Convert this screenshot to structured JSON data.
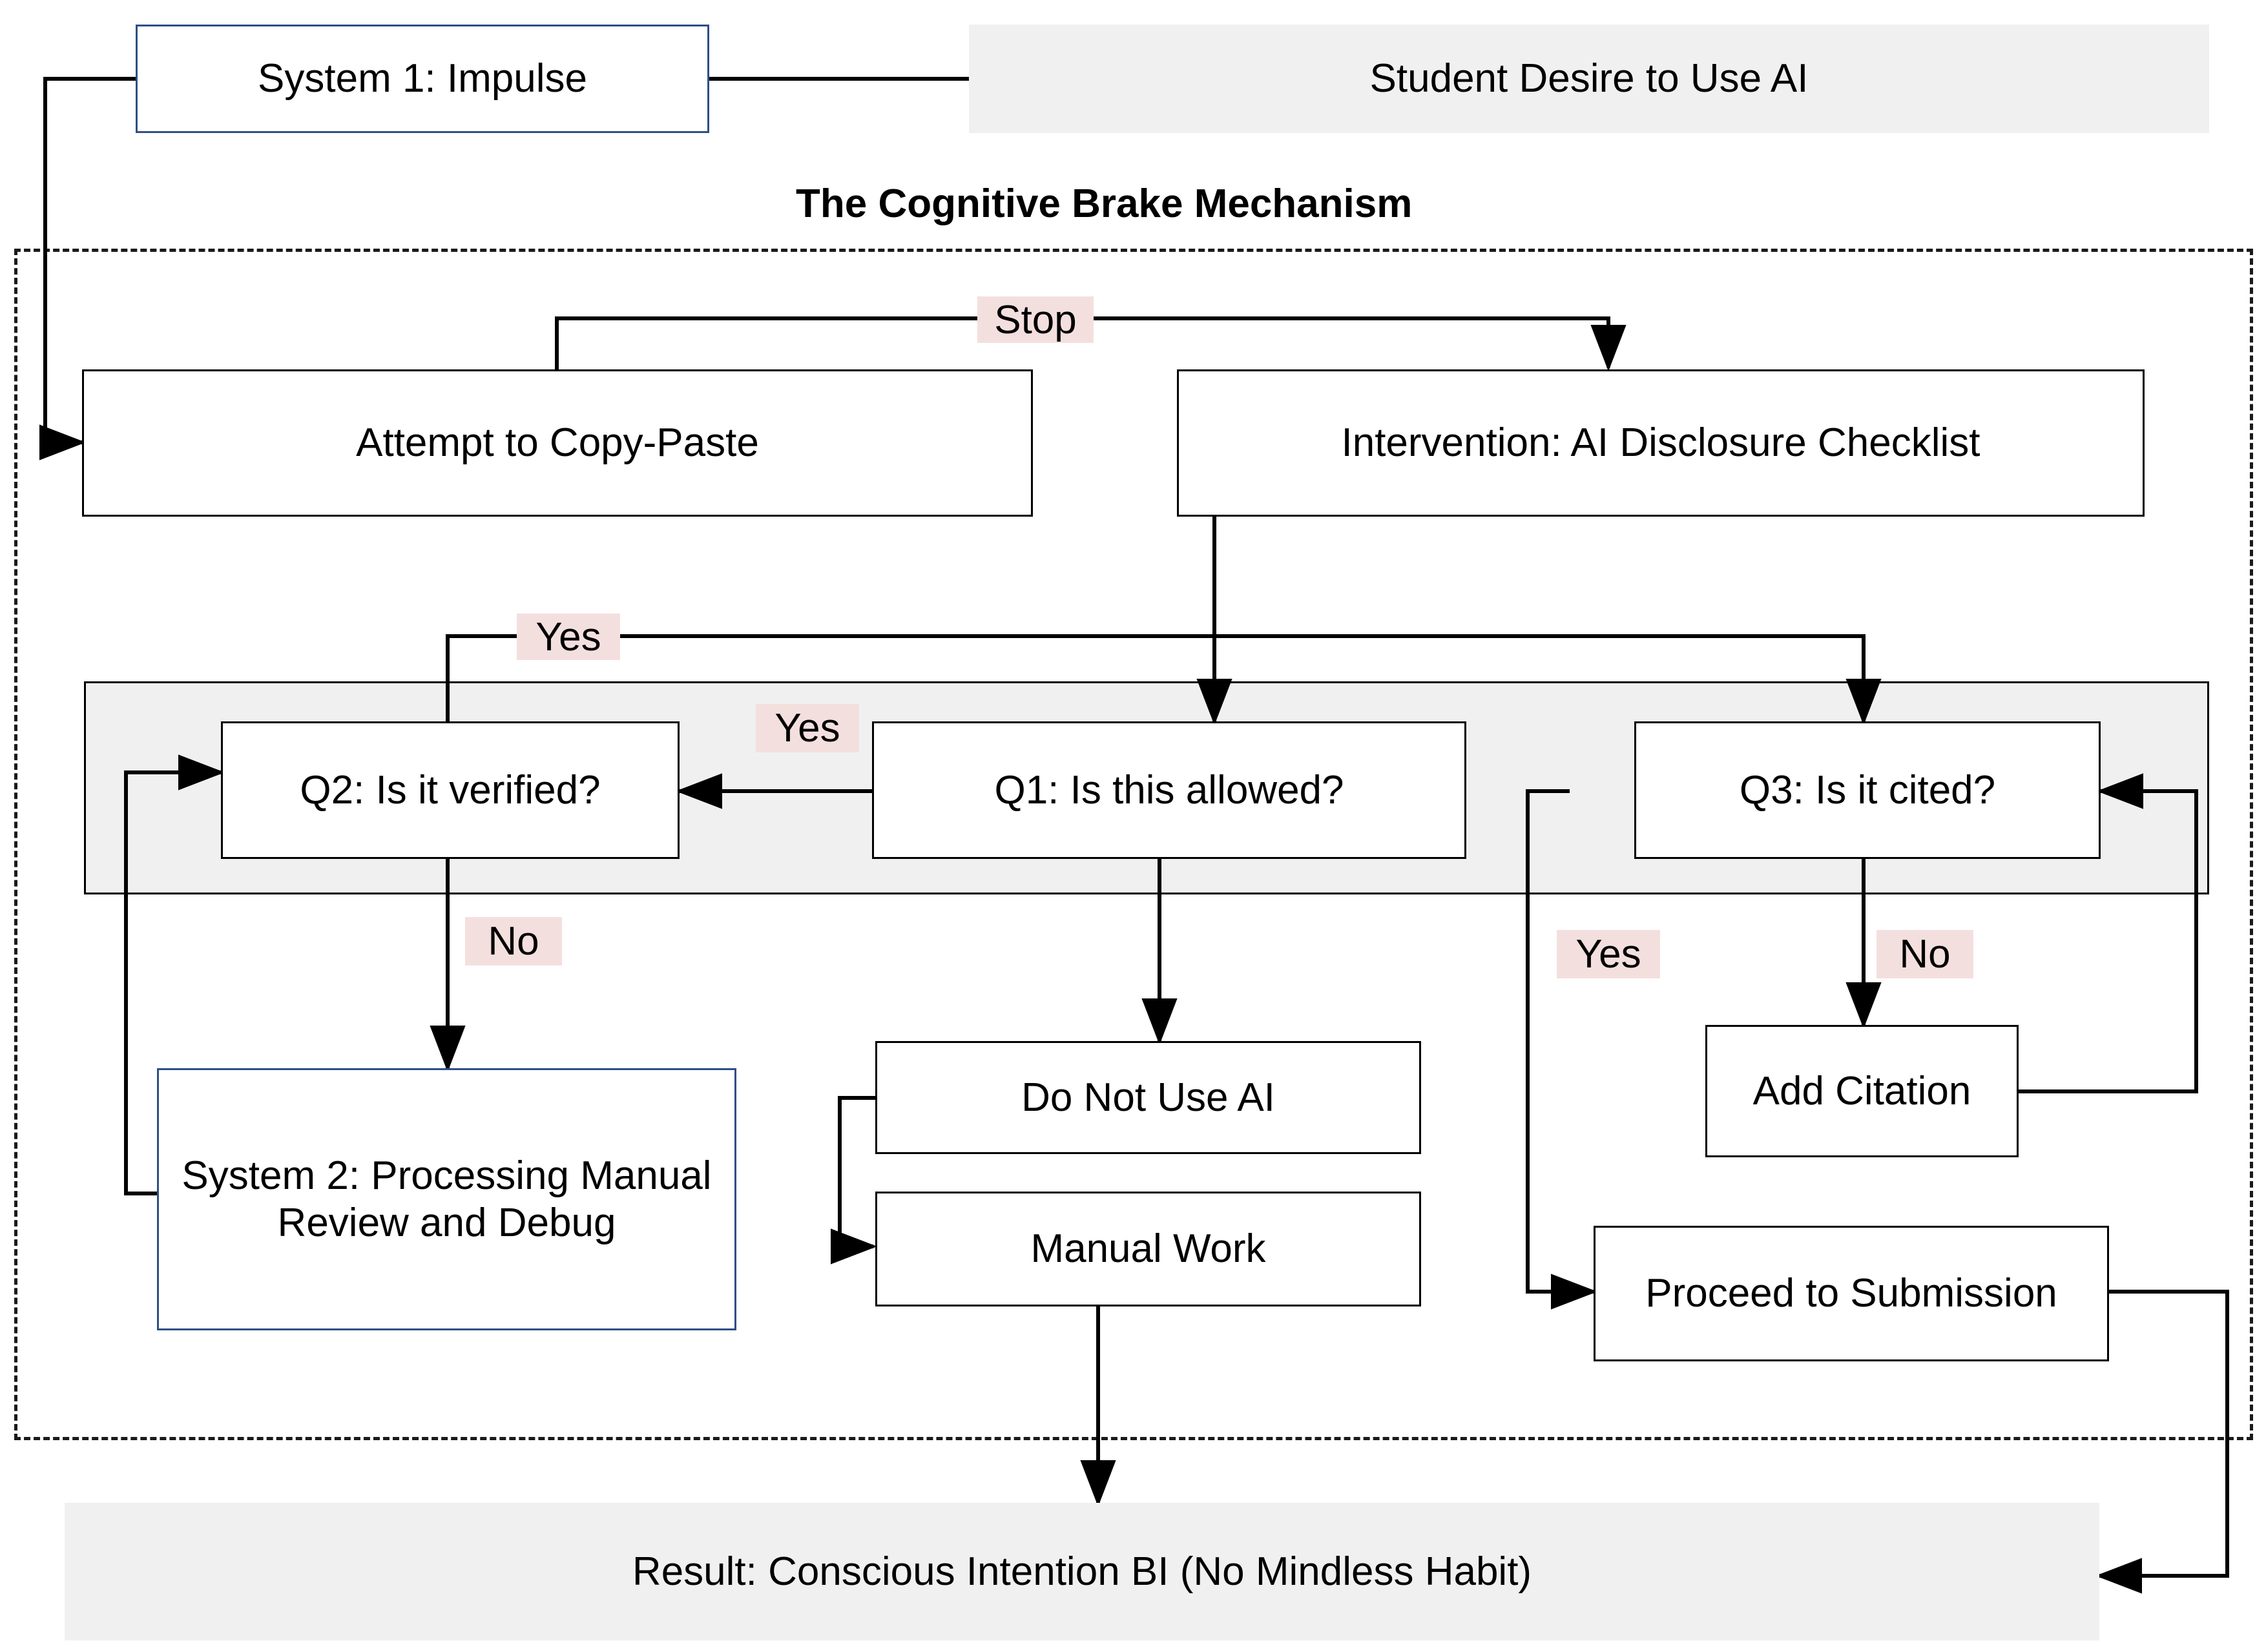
{
  "diagram": {
    "title": "The Cognitive Brake Mechanism",
    "colors": {
      "edge": "#000000",
      "node_border": "#000000",
      "accent_border": "#2f4f86",
      "label_bg": "#f4dfdf",
      "panel_bg": "#f0f0f0",
      "grey_node_bg": "#f0f0f0"
    },
    "nodes": {
      "system1": "System 1: Impulse",
      "student_desire": "Student Desire to Use AI",
      "attempt_copy_paste": "Attempt to Copy-Paste",
      "intervention": "Intervention: AI Disclosure Checklist",
      "q1": "Q1: Is this allowed?",
      "q2": "Q2: Is it verified?",
      "q3": "Q3:  Is it cited?",
      "system2": "System 2: Processing Manual Review and Debug",
      "do_not_use_ai": "Do Not Use AI",
      "manual_work": "Manual Work",
      "add_citation": "Add Citation",
      "proceed_submission": "Proceed to Submission",
      "result": "Result: Conscious Intention BI (No Mindless Habit)"
    },
    "edge_labels": {
      "stop": "Stop",
      "q1_yes_to_q2": "Yes",
      "q2_yes_up": "Yes",
      "q2_no": "No",
      "q3_yes": "Yes",
      "q3_no": "No"
    }
  }
}
